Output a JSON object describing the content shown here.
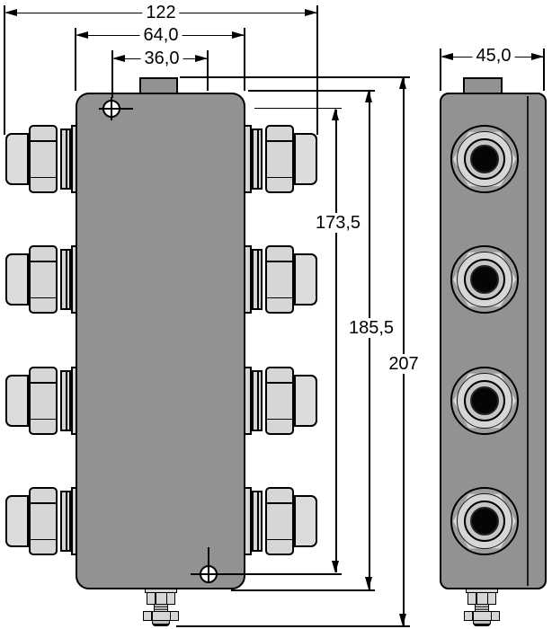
{
  "dimensions": {
    "overall_width": "122",
    "body_width": "64,0",
    "hole_offset": "36,0",
    "side_width": "45,0",
    "hole_spacing": "173,5",
    "body_height": "185,5",
    "overall_height": "207"
  },
  "colors": {
    "body-gray": "#929292",
    "part-gray": "#d6d6d6",
    "cap-gray": "#dcdcdc",
    "socket-ring": "#c6c6c6",
    "outline": "#000000",
    "background": "#ffffff"
  }
}
